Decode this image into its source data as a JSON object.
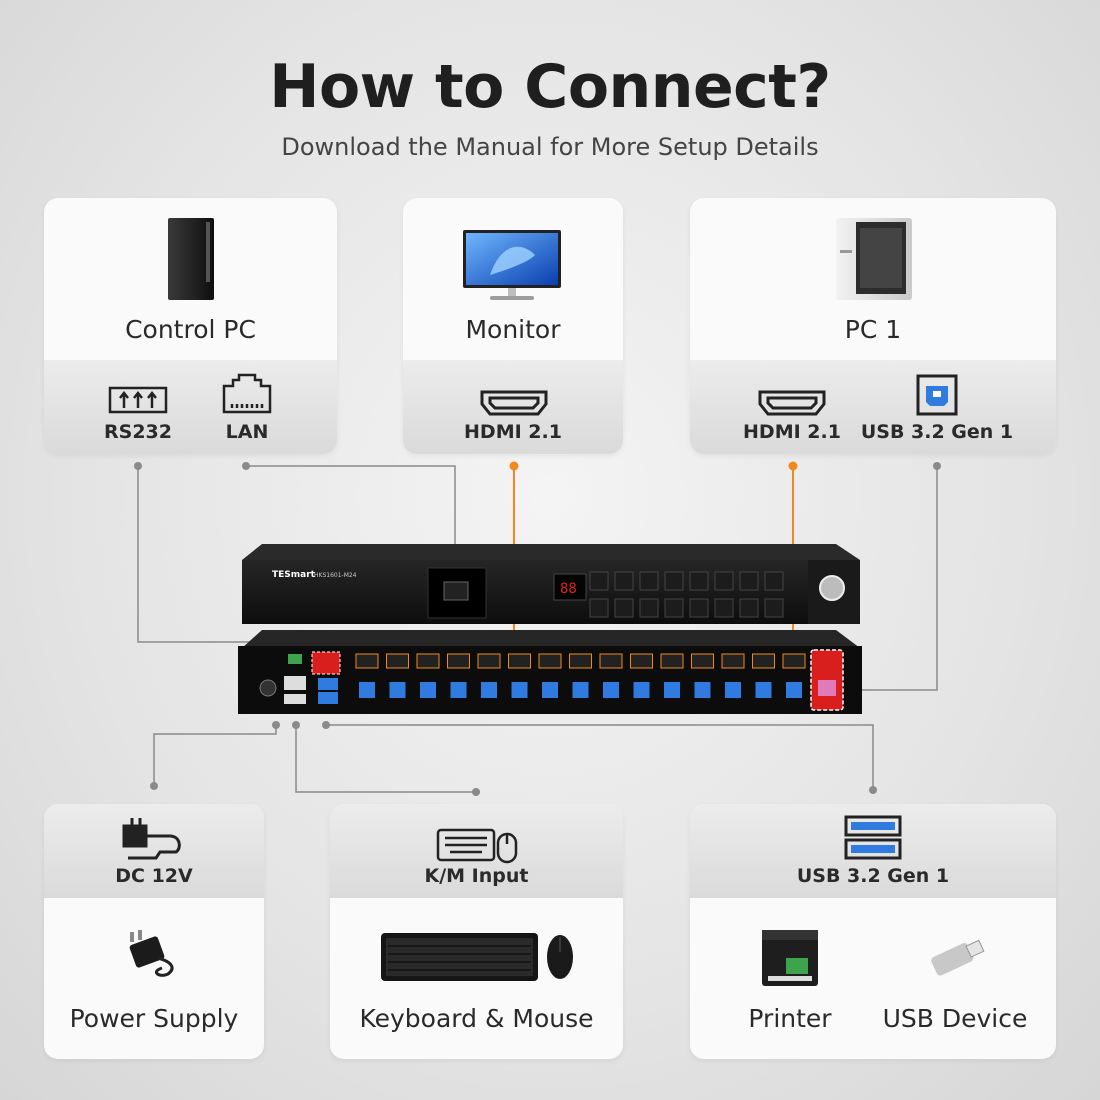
{
  "header": {
    "title": "How to Connect?",
    "subtitle": "Download the Manual for More Setup Details"
  },
  "cards": {
    "control_pc": {
      "name": "Control PC",
      "ports": [
        "RS232",
        "LAN"
      ]
    },
    "monitor": {
      "name": "Monitor",
      "ports": [
        "HDMI 2.1"
      ]
    },
    "pc1": {
      "name": "PC 1",
      "ports": [
        "HDMI 2.1",
        "USB 3.2 Gen 1"
      ]
    },
    "dc": {
      "port": "DC 12V",
      "device": "Power Supply"
    },
    "km": {
      "port": "K/M Input",
      "device": "Keyboard & Mouse"
    },
    "usb": {
      "port": "USB 3.2 Gen 1",
      "devices": [
        "Printer",
        "USB Device"
      ]
    }
  },
  "device": {
    "brand": "TESmart",
    "model": "HKS1601-M24",
    "display": "88"
  },
  "colors": {
    "accent_line": "#f08a1c",
    "grey_line": "#8a8a8a",
    "highlight": "#d91e1e"
  }
}
